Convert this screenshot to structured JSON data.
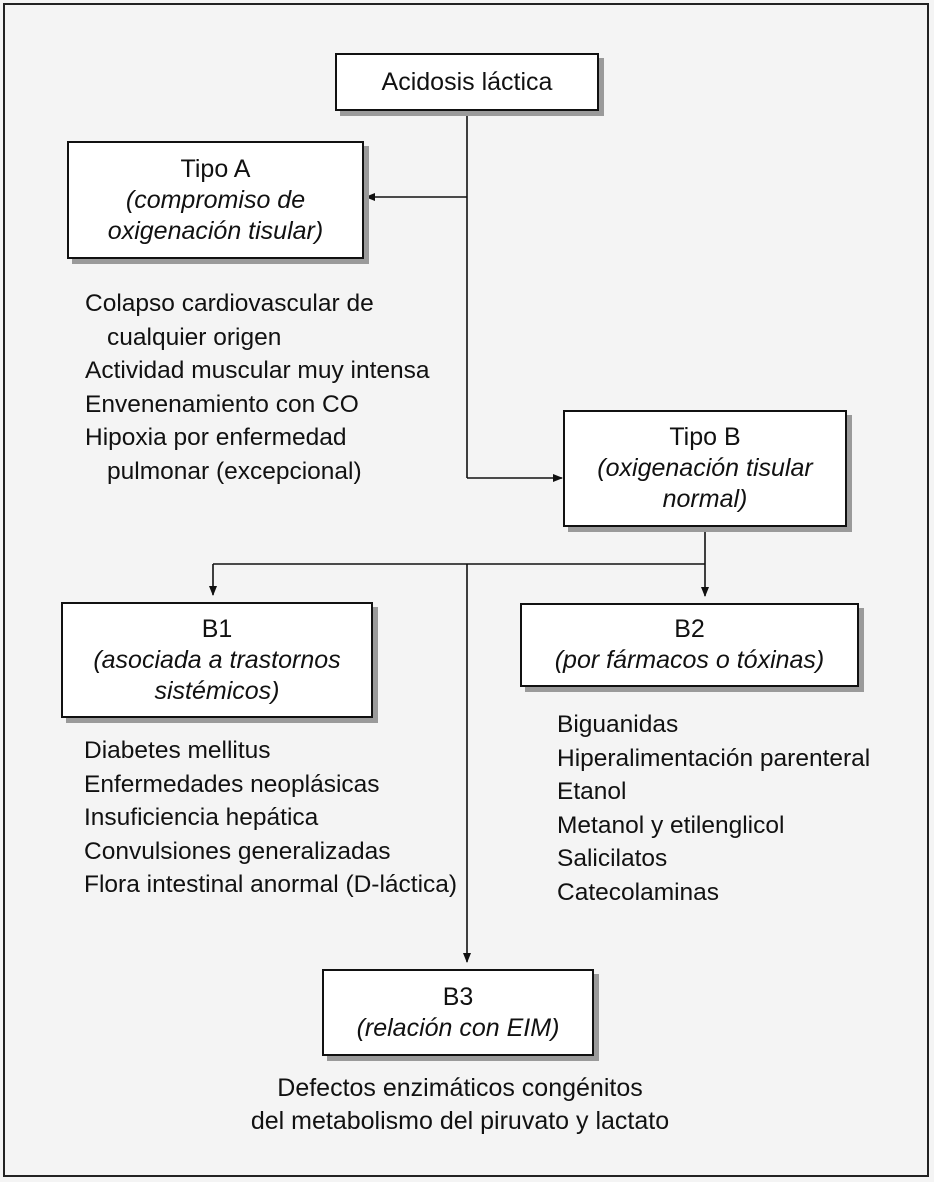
{
  "root": {
    "title": "Acidosis láctica"
  },
  "tipo_a": {
    "title": "Tipo A",
    "subtitle": "(compromiso de oxigenación tisular)",
    "items": [
      "Colapso cardiovascular de cualquier origen",
      "Actividad muscular muy intensa",
      "Envenenamiento con CO",
      "Hipoxia por enfermedad pulmonar (excepcional)"
    ]
  },
  "tipo_b": {
    "title": "Tipo B",
    "subtitle": "(oxigenación tisular normal)"
  },
  "b1": {
    "title": "B1",
    "subtitle": "(asociada a trastornos sistémicos)",
    "items": [
      "Diabetes mellitus",
      "Enfermedades neoplásicas",
      "Insuficiencia hepática",
      "Convulsiones generalizadas",
      "Flora intestinal anormal (D-láctica)"
    ]
  },
  "b2": {
    "title": "B2",
    "subtitle": "(por fármacos o tóxinas)",
    "items": [
      "Biguanidas",
      "Hiperalimentación parenteral",
      "Etanol",
      "Metanol y etilenglicol",
      "Salicilatos",
      "Catecolaminas"
    ]
  },
  "b3": {
    "title": "B3",
    "subtitle": "(relación con EIM)",
    "description_line1": "Defectos enzimáticos congénitos",
    "description_line2": "del metabolismo del piruvato y lactato"
  }
}
